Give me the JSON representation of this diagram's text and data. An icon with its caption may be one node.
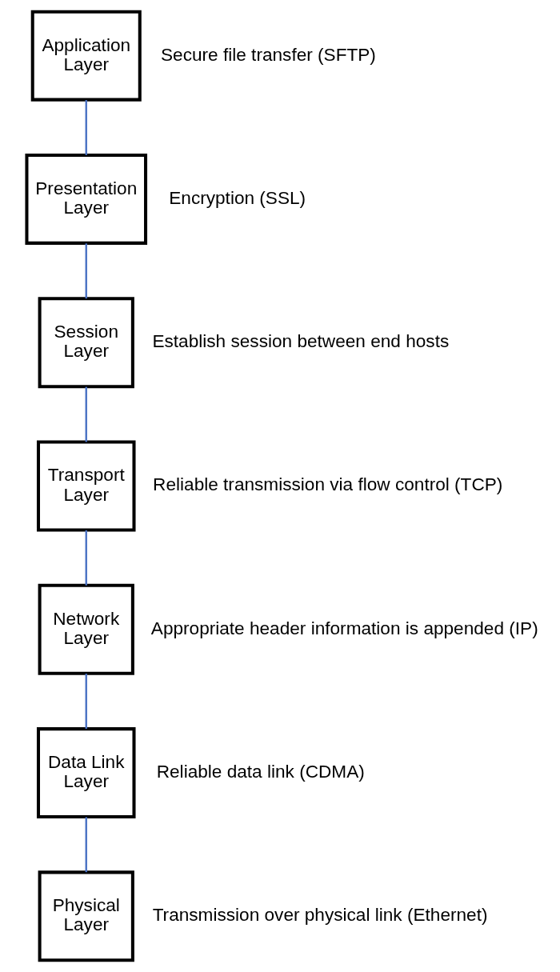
{
  "diagram": {
    "nodes": [
      {
        "text": [
          "Application Layer"
        ],
        "beside": [
          "Secure file transfer (SFTP)"
        ]
      },
      {
        "text": [
          "Presentation Layer"
        ],
        "beside": [
          "Encryption (SSL)"
        ]
      },
      {
        "text": [
          "Session Layer"
        ],
        "beside": [
          "Establish session between end hosts"
        ]
      },
      {
        "text": [
          "Transport Layer"
        ],
        "beside": [
          "Reliable transmission via flow control (TCP)"
        ]
      },
      {
        "text": [
          "Network Layer"
        ],
        "beside": [
          "Appropriate header information is appended (IP)"
        ]
      },
      {
        "text": [
          "Data Link Layer"
        ],
        "beside": [
          "Reliable data link (CDMA)"
        ]
      },
      {
        "text": [
          "Physical Layer"
        ],
        "beside": [
          "Transmission over physical link (Ethernet)"
        ]
      }
    ],
    "edges": [
      {
        "from": 0,
        "to": 1,
        "arrow": "none"
      },
      {
        "from": 1,
        "to": 2,
        "arrow": "none"
      },
      {
        "from": 2,
        "to": 3,
        "arrow": "none"
      },
      {
        "from": 3,
        "to": 4,
        "arrow": "none"
      },
      {
        "from": 4,
        "to": 5,
        "arrow": "none"
      },
      {
        "from": 5,
        "to": 6,
        "arrow": "none"
      }
    ]
  }
}
